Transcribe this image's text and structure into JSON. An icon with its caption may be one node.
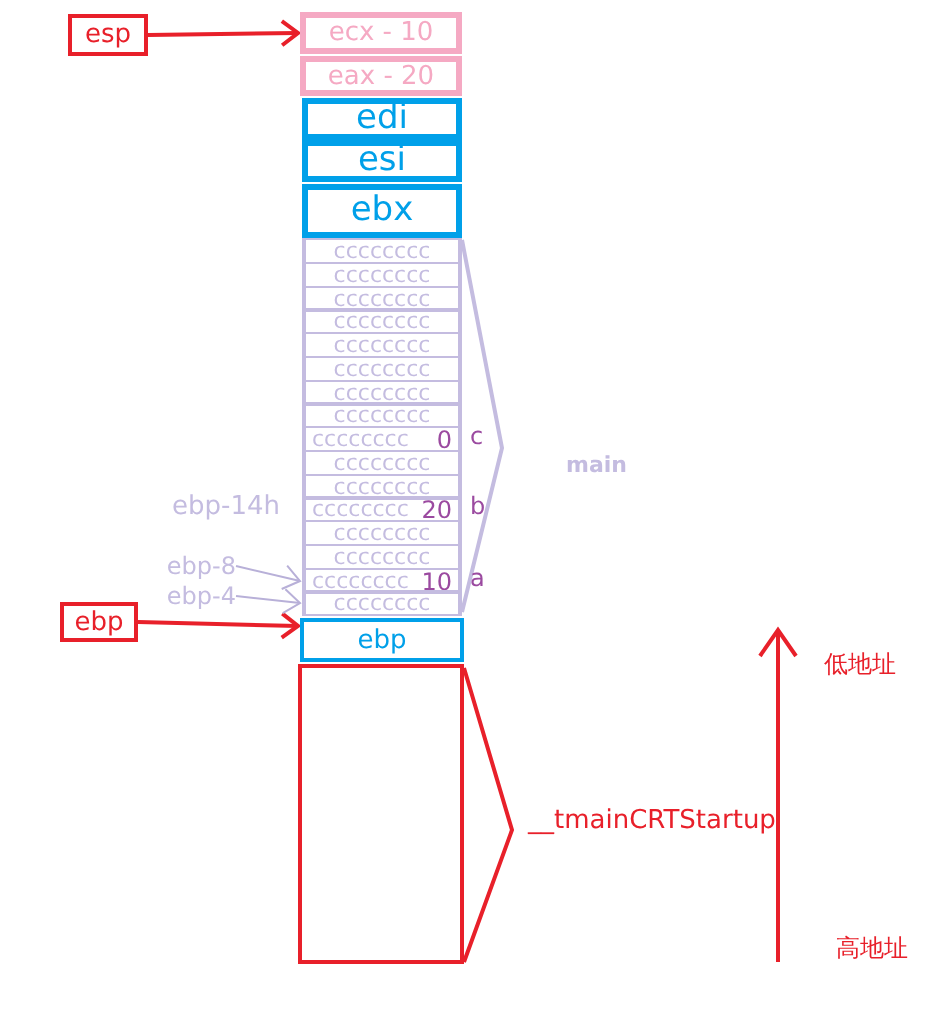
{
  "diagram": {
    "nodes": [
      {
        "text": [
          "esp"
        ]
      },
      {
        "text": [
          "ecx - 10"
        ]
      },
      {
        "text": [
          "eax - 20"
        ]
      },
      {
        "text": [
          "edi"
        ]
      },
      {
        "text": [
          "esi"
        ]
      },
      {
        "text": [
          "ebx"
        ]
      },
      {
        "text": [
          "cccccccc"
        ]
      },
      {
        "text": [
          "cccccccc"
        ]
      },
      {
        "text": [
          "cccccccc"
        ]
      },
      {
        "text": [
          "cccccccc"
        ]
      },
      {
        "text": [
          "cccccccc"
        ]
      },
      {
        "text": [
          "cccccccc"
        ]
      },
      {
        "text": [
          "cccccccc"
        ]
      },
      {
        "text": [
          "cccccccc"
        ]
      },
      {
        "text": [
          "cccccccc",
          "0"
        ],
        "beside": [
          "c"
        ]
      },
      {
        "text": [
          "cccccccc"
        ]
      },
      {
        "text": [
          "cccccccc"
        ]
      },
      {
        "text": [
          "cccccccc",
          "20"
        ],
        "beside": [
          "b"
        ]
      },
      {
        "text": [
          "cccccccc"
        ]
      },
      {
        "text": [
          "cccccccc"
        ]
      },
      {
        "text": [
          "cccccccc",
          "10"
        ],
        "beside": [
          "a"
        ]
      },
      {
        "text": [
          "cccccccc"
        ]
      },
      {
        "text": [
          "ebp"
        ]
      },
      {
        "text": [],
        "shape": "box"
      },
      {
        "text": [
          "ebp"
        ]
      },
      {
        "text": [
          "ebp-8"
        ]
      },
      {
        "text": [
          "ebp-4"
        ]
      }
    ],
    "edges": [
      {
        "from": 0,
        "to": 1,
        "arrow": "to"
      },
      {
        "from": 24,
        "to": 22,
        "arrow": "to"
      },
      {
        "from": 25,
        "to": 20,
        "arrow": "to",
        "color": "#b8b0d8"
      },
      {
        "from": 26,
        "to": 21,
        "arrow": "to",
        "color": "#b8b0d8"
      }
    ],
    "labels": [
      "main",
      "ebp-14h",
      "低地址",
      "__tmainCRTStartup",
      "高地址"
    ]
  }
}
